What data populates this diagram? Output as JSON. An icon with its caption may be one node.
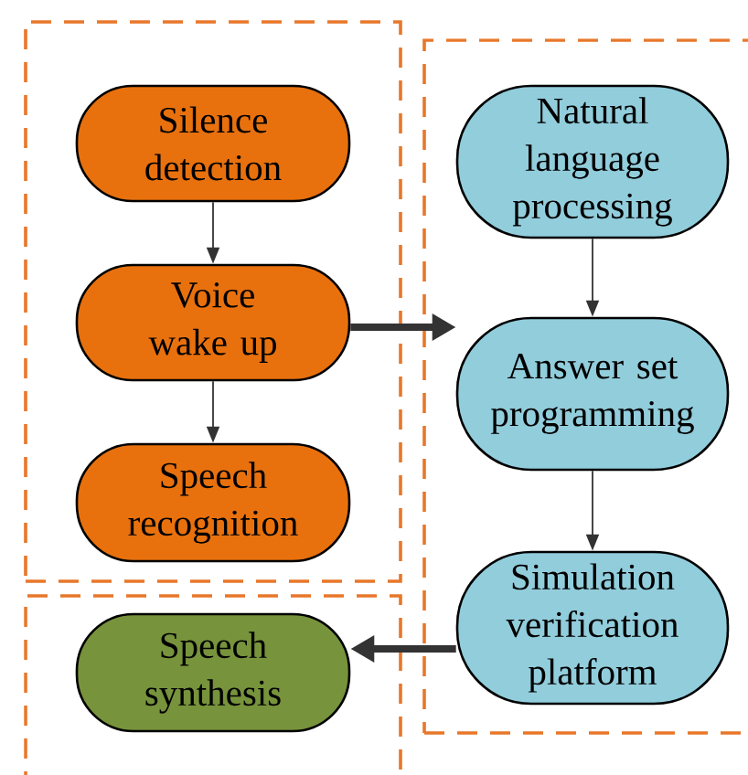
{
  "diagram": {
    "nodes": [
      {
        "text": [],
        "shape": "box"
      },
      {
        "text": [
          "Silence detection"
        ],
        "in": 0
      },
      {
        "text": [
          "Voice wake up"
        ],
        "in": 0
      },
      {
        "text": [
          "Speech recognition"
        ],
        "in": 0
      },
      {
        "text": [],
        "shape": "box"
      },
      {
        "text": [
          "Natural language processing"
        ],
        "in": 4
      },
      {
        "text": [
          "Answer set programming"
        ],
        "in": 4
      },
      {
        "text": [
          "Simulation verification platform"
        ],
        "in": 4
      },
      {
        "text": [],
        "shape": "box"
      },
      {
        "text": [
          "Speech synthesis"
        ],
        "in": 8
      }
    ],
    "edges": [
      {
        "from": 1,
        "to": 2,
        "arrow": "to"
      },
      {
        "from": 2,
        "to": 3,
        "arrow": "to"
      },
      {
        "from": 2,
        "to": 6,
        "arrow": "to",
        "style": "thick"
      },
      {
        "from": 5,
        "to": 6,
        "arrow": "to"
      },
      {
        "from": 6,
        "to": 7,
        "arrow": "to"
      },
      {
        "from": 7,
        "to": 9,
        "arrow": "to",
        "style": "thick"
      }
    ]
  }
}
